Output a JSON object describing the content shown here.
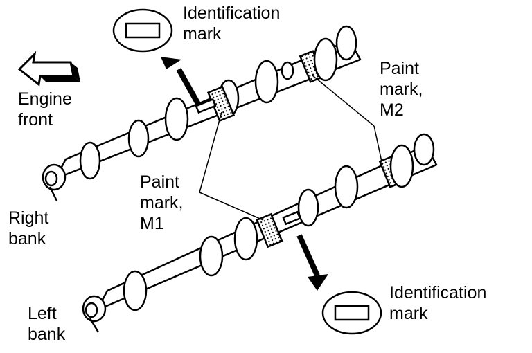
{
  "labels": {
    "id_mark_top": [
      "Identification",
      "mark"
    ],
    "id_mark_bottom": [
      "Identification",
      "mark"
    ],
    "paint_mark_m2": [
      "Paint",
      "mark,",
      "M2"
    ],
    "paint_mark_m1": [
      "Paint",
      "mark,",
      "M1"
    ],
    "engine_front": [
      "Engine",
      "front"
    ],
    "right_bank": [
      "Right",
      "bank"
    ],
    "left_bank": [
      "Left",
      "bank"
    ]
  },
  "icons": {
    "arrow": "engine-front-arrow-icon",
    "marker": "identification-mark-icon"
  },
  "colors": {
    "ink": "#000000",
    "paper": "#ffffff"
  }
}
